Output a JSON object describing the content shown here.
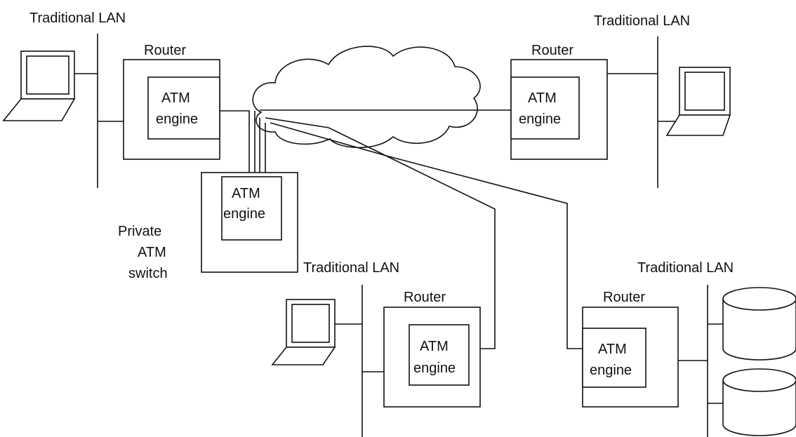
{
  "colors": {
    "ink": "#111111",
    "background": "#ffffff"
  },
  "lans": [
    {
      "id": "tl",
      "label": "Traditional LAN",
      "router_label": "Router",
      "engine_line1": "ATM",
      "engine_line2": "engine",
      "host": "laptop-icon"
    },
    {
      "id": "tr",
      "label": "Traditional LAN",
      "router_label": "Router",
      "engine_line1": "ATM",
      "engine_line2": "engine",
      "host": "laptop-icon"
    },
    {
      "id": "bm",
      "label": "Traditional LAN",
      "router_label": "Router",
      "engine_line1": "ATM",
      "engine_line2": "engine",
      "host": "laptop-icon"
    },
    {
      "id": "br",
      "label": "Traditional LAN",
      "router_label": "Router",
      "engine_line1": "ATM",
      "engine_line2": "engine",
      "host": "database-icon"
    }
  ],
  "switch": {
    "label_line1": "Private",
    "label_line2": "ATM",
    "label_line3": "switch",
    "engine_line1": "ATM",
    "engine_line2": "engine"
  },
  "network": {
    "icon": "cloud-icon"
  }
}
